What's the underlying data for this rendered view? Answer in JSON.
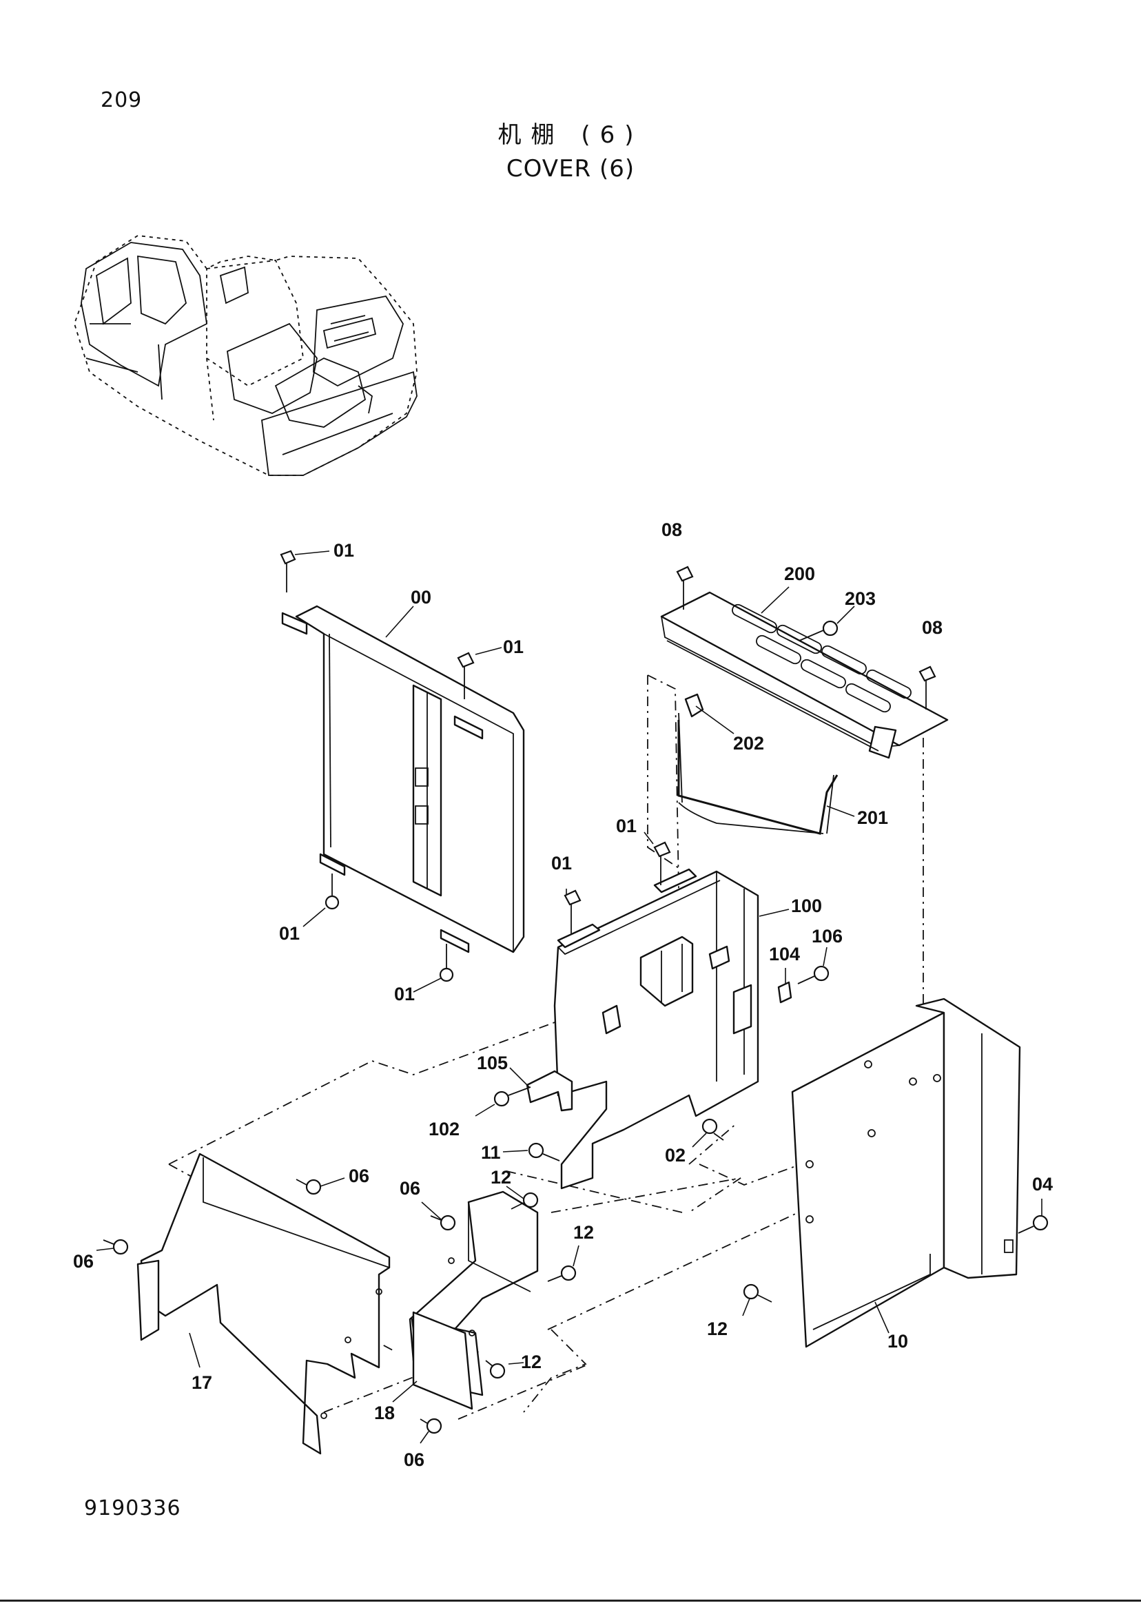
{
  "header": {
    "page_number": "209",
    "title_cn": "机棚 (6)",
    "title_en": "COVER (6)"
  },
  "footer": {
    "doc_number": "9190336"
  },
  "callouts": {
    "c00": "00",
    "c01a": "01",
    "c01b": "01",
    "c01c": "01",
    "c01d": "01",
    "c01e": "01",
    "c01f": "01",
    "c02": "02",
    "c04": "04",
    "c06a": "06",
    "c06b": "06",
    "c06c": "06",
    "c06d": "06",
    "c08a": "08",
    "c08b": "08",
    "c10": "10",
    "c11": "11",
    "c12a": "12",
    "c12b": "12",
    "c12c": "12",
    "c12d": "12",
    "c17": "17",
    "c18": "18",
    "c100": "100",
    "c102": "102",
    "c104": "104",
    "c105": "105",
    "c106": "106",
    "c200": "200",
    "c201": "201",
    "c202": "202",
    "c203": "203"
  }
}
